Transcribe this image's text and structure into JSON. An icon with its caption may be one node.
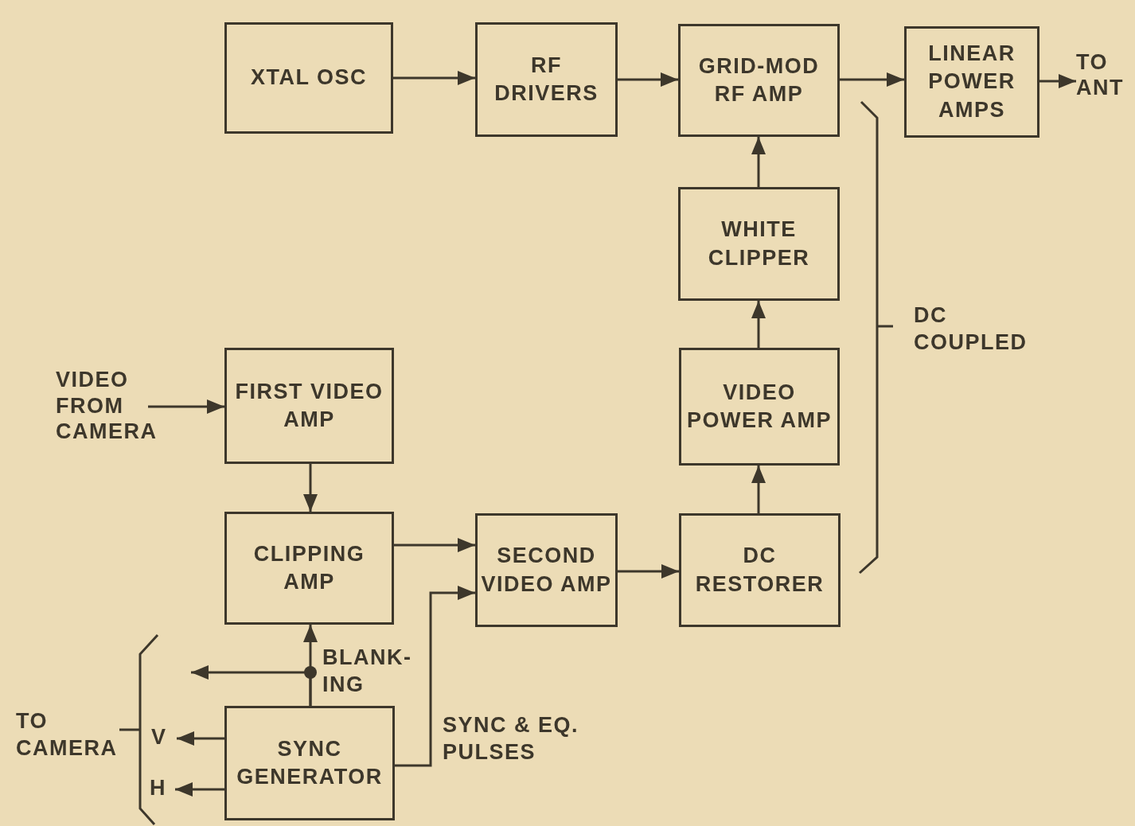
{
  "diagram": {
    "nodes": [
      {
        "text": [
          "XTAL OSC"
        ]
      },
      {
        "text": [
          "RF DRIVERS"
        ]
      },
      {
        "text": [
          "GRID-MOD RF AMP"
        ]
      },
      {
        "text": [
          "LINEAR POWER AMPS"
        ]
      },
      {
        "text": [
          "TO ANT"
        ]
      },
      {
        "text": [
          "WHITE CLIPPER"
        ]
      },
      {
        "text": [
          "VIDEO POWER AMP"
        ]
      },
      {
        "text": [
          "VIDEO FROM CAMERA"
        ]
      },
      {
        "text": [
          "FIRST VIDEO AMP"
        ]
      },
      {
        "text": [
          "CLIPPING AMP"
        ]
      },
      {
        "text": [
          "SECOND VIDEO AMP"
        ]
      },
      {
        "text": [
          "DC RESTORER"
        ]
      },
      {
        "text": [
          "SYNC GENERATOR"
        ]
      },
      {
        "text": [
          "V"
        ]
      },
      {
        "text": [
          "H"
        ]
      }
    ],
    "edges": [
      {
        "from": 0,
        "to": 1,
        "arrow": "to"
      },
      {
        "from": 1,
        "to": 2,
        "arrow": "to"
      },
      {
        "from": 2,
        "to": 3,
        "arrow": "to"
      },
      {
        "from": 3,
        "to": 4,
        "arrow": "to"
      },
      {
        "from": 5,
        "to": 2,
        "arrow": "to"
      },
      {
        "from": 6,
        "to": 5,
        "arrow": "to"
      },
      {
        "from": 11,
        "to": 6,
        "arrow": "to"
      },
      {
        "from": 7,
        "to": 8,
        "arrow": "to"
      },
      {
        "from": 8,
        "to": 9,
        "arrow": "to"
      },
      {
        "from": 9,
        "to": 10,
        "arrow": "to"
      },
      {
        "from": 10,
        "to": 11,
        "arrow": "to"
      },
      {
        "from": 12,
        "to": 10,
        "arrow": "to",
        "label": "SYNC & EQ. PULSES"
      },
      {
        "from": 12,
        "to": 9,
        "arrow": "to",
        "label": "BLANK- ING"
      },
      {
        "from": 12,
        "to": null,
        "arrow": "to"
      },
      {
        "from": 12,
        "to": 13,
        "arrow": "to"
      },
      {
        "from": 12,
        "to": 14,
        "arrow": "to"
      }
    ],
    "labels": [
      "DC COUPLED",
      "TO CAMERA"
    ]
  }
}
